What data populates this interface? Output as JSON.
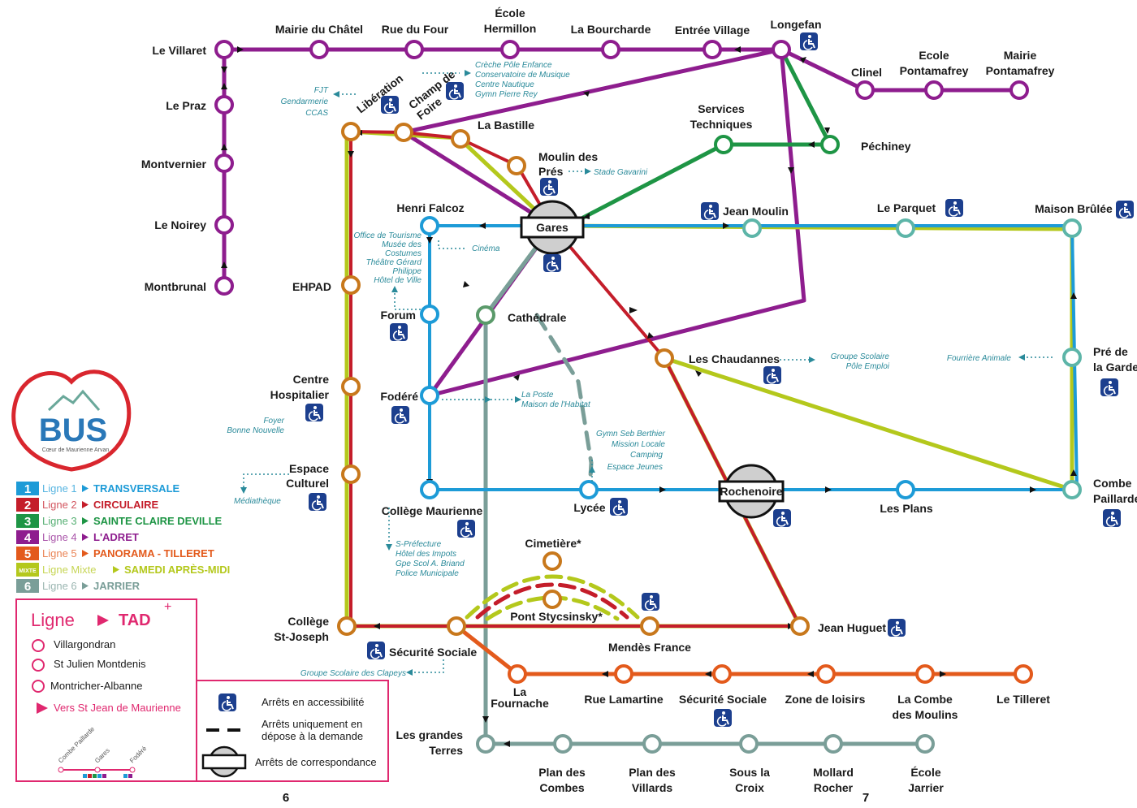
{
  "colors": {
    "line1": "#1d9bd7",
    "line2": "#c41d2a",
    "line3": "#1e9545",
    "line4": "#8e1d8e",
    "line5": "#e35a1c",
    "mixte": "#b4c81c",
    "line6": "#7a9e98",
    "access": "#1c3f8e",
    "poi": "#2a8a9a",
    "tad": "#e0286f"
  },
  "stations": {
    "le_villaret": "Le Villaret",
    "mairie_chatel": "Mairie du Châtel",
    "rue_du_four": "Rue du Four",
    "ecole_hermillon_1": "École",
    "ecole_hermillon_2": "Hermillon",
    "la_bourcharde": "La Bourcharde",
    "entree_village": "Entrée Village",
    "longefan": "Longefan",
    "le_praz": "Le Praz",
    "montvernier": "Montvernier",
    "le_noirey": "Le Noirey",
    "montbrunal": "Montbrunal",
    "clinel": "Clinel",
    "ecole_ponta_1": "Ecole",
    "ecole_ponta_2": "Pontamafrey",
    "mairie_ponta_1": "Mairie",
    "mairie_ponta_2": "Pontamafrey",
    "liberation": "Libération",
    "champ_foire_1": "Champ de",
    "champ_foire_2": "Foire",
    "la_bastille": "La Bastille",
    "services_1": "Services",
    "services_2": "Techniques",
    "pechiney": "Péchiney",
    "moulin_1": "Moulin des",
    "moulin_2": "Prés",
    "henri_falcoz": "Henri Falcoz",
    "gares": "Gares",
    "jean_moulin": "Jean Moulin",
    "le_parquet": "Le Parquet",
    "maison_brulee": "Maison Brûlée",
    "ehpad": "EHPAD",
    "forum": "Forum",
    "cathedrale": "Cathédrale",
    "les_chaudannes": "Les Chaudannes",
    "pre_garde_1": "Pré de",
    "pre_garde_2": "la Garde",
    "centre_hosp_1": "Centre",
    "centre_hosp_2": "Hospitalier",
    "fodere": "Fodéré",
    "espace_cult_1": "Espace",
    "espace_cult_2": "Culturel",
    "college_maurienne": "Collège Maurienne",
    "lycee": "Lycée",
    "rochenoire": "Rochenoire",
    "les_plans": "Les Plans",
    "combe_1": "Combe",
    "combe_2": "Paillarde",
    "cimetiere": "Cimetière*",
    "pont_stycsinsky": "Pont Stycsinsky*",
    "college_sj_1": "Collège",
    "college_sj_2": "St-Joseph",
    "securite_sociale": "Sécurité Sociale",
    "mendes_france": "Mendès France",
    "jean_huguet": "Jean Huguet",
    "la_fournache_1": "La",
    "la_fournache_2": "Fournache",
    "rue_lamartine": "Rue Lamartine",
    "securite_sociale_2": "Sécurité Sociale",
    "zone_loisirs": "Zone de loisirs",
    "combe_moulins_1": "La Combe",
    "combe_moulins_2": "des Moulins",
    "le_tilleret": "Le Tilleret",
    "grandes_terres_1": "Les grandes",
    "grandes_terres_2": "Terres",
    "plan_combes_1": "Plan des",
    "plan_combes_2": "Combes",
    "plan_villards_1": "Plan des",
    "plan_villards_2": "Villards",
    "sous_la_croix_1": "Sous la",
    "sous_la_croix_2": "Croix",
    "mollard_1": "Mollard",
    "mollard_2": "Rocher",
    "ecole_jarrier_1": "École",
    "ecole_jarrier_2": "Jarrier"
  },
  "poi": {
    "fjt": [
      "FJT",
      "Gendarmerie",
      "CCAS"
    ],
    "champ": [
      "Crèche Pôle Enfance",
      "Conservatoire de Musique",
      "Centre Nautique",
      "Gymn Pierre Rey"
    ],
    "stade": [
      "Stade Gavarini"
    ],
    "office": [
      "Office de Tourisme",
      "Musée des",
      "Costumes",
      "Théâtre Gérard",
      "Philippe",
      "Hôtel de Ville"
    ],
    "cinema": [
      "Cinéma"
    ],
    "poste": [
      "La Poste",
      "Maison de l'Habitat"
    ],
    "foyer": [
      "Foyer",
      "Bonne Nouvelle"
    ],
    "mediatheque": [
      "Médiathèque"
    ],
    "groupe_scolaire": [
      "Groupe Scolaire",
      "Pôle Emploi"
    ],
    "fourriere": [
      "Fourrière Animale"
    ],
    "gymn": [
      "Gymn Seb Berthier",
      "Mission Locale",
      "Camping",
      "Espace Jeunes"
    ],
    "prefecture": [
      "S-Préfecture",
      "Hôtel des Impots",
      "Gpe Scol A. Briand",
      "Police Municipale"
    ],
    "clapeys": [
      "Groupe Scolaire des Clapeys"
    ]
  },
  "logo": {
    "text": "BUS",
    "subtitle": "Cœur de Maurienne Arvan"
  },
  "legend_lines": [
    {
      "num": "1",
      "name": "Ligne 1",
      "title": "TRANSVERSALE",
      "color": "#1d9bd7"
    },
    {
      "num": "2",
      "name": "Ligne 2",
      "title": "CIRCULAIRE",
      "color": "#c41d2a"
    },
    {
      "num": "3",
      "name": "Ligne 3",
      "title": "SAINTE CLAIRE DEVILLE",
      "color": "#1e9545"
    },
    {
      "num": "4",
      "name": "Ligne 4",
      "title": "L'ADRET",
      "color": "#8e1d8e"
    },
    {
      "num": "5",
      "name": "Ligne 5",
      "title": "PANORAMA - TILLERET",
      "color": "#e35a1c"
    },
    {
      "num": "MIXTE",
      "name": "Ligne Mixte",
      "title": "SAMEDI APRÈS-MIDI",
      "color": "#b4c81c"
    },
    {
      "num": "6",
      "name": "Ligne 6",
      "title": "JARRIER",
      "color": "#7a9e98"
    }
  ],
  "tad": {
    "ligne": "Ligne",
    "tad": "TAD",
    "plus": "+",
    "stops": [
      "Villargondran",
      "St Julien Montdenis",
      "Montricher-Albanne"
    ],
    "vers": "Vers St Jean de Maurienne",
    "mini": [
      "Combe Paillarde",
      "Gares",
      "Fodéré"
    ]
  },
  "legend_symbols": {
    "access": "Arrêts en accessibilité",
    "dashed_1": "Arrêts uniquement en",
    "dashed_2": "dépose à la demande",
    "correspondance": "Arrêts de correspondance"
  },
  "page_numbers": [
    "6",
    "7"
  ]
}
